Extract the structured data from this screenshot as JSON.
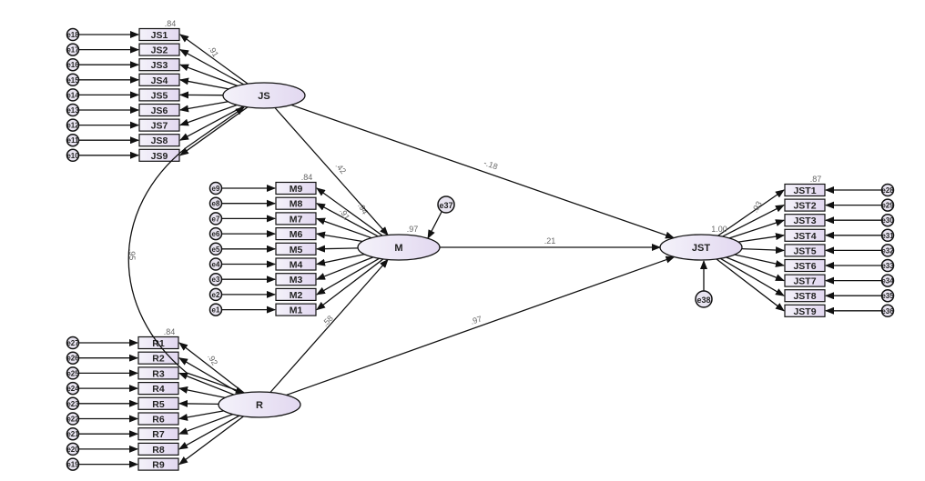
{
  "latent": {
    "JS": {
      "label": "JS"
    },
    "M": {
      "label": "M",
      "r2": ".97"
    },
    "R": {
      "label": "R"
    },
    "JST": {
      "label": "JST",
      "r2": "1.00"
    }
  },
  "indicators": {
    "JS": {
      "items": [
        "JS1",
        "JS2",
        "JS3",
        "JS4",
        "JS5",
        "JS6",
        "JS7",
        "JS8",
        "JS9"
      ],
      "errors": [
        "e18",
        "e17",
        "e16",
        "e15",
        "e14",
        "e13",
        "e12",
        "e11",
        "e10"
      ],
      "first_r2": ".84",
      "first_loading": ".91"
    },
    "M": {
      "items": [
        "M9",
        "M8",
        "M7",
        "M6",
        "M5",
        "M4",
        "M3",
        "M2",
        "M1"
      ],
      "errors": [
        "e9",
        "e8",
        "e7",
        "e6",
        "e5",
        "e4",
        "e3",
        "e2",
        "e1"
      ],
      "first_r2": ".84",
      "first_loading": ".91",
      "second_loading": ".94"
    },
    "R": {
      "items": [
        "R1",
        "R2",
        "R3",
        "R4",
        "R5",
        "R6",
        "R7",
        "R8",
        "R9"
      ],
      "errors": [
        "e27",
        "e26",
        "e25",
        "e24",
        "e23",
        "e22",
        "e21",
        "e20",
        "e19"
      ],
      "first_r2": ".84",
      "first_loading": ".92"
    },
    "JST": {
      "items": [
        "JST1",
        "JST2",
        "JST3",
        "JST4",
        "JST5",
        "JST6",
        "JST7",
        "JST8",
        "JST9"
      ],
      "errors": [
        "e28",
        "e29",
        "e30",
        "e31",
        "e32",
        "e33",
        "e34",
        "e35",
        "e36"
      ],
      "first_r2": ".87",
      "first_loading": ".93"
    }
  },
  "structural_errors": {
    "M": "e37",
    "JST": "e38"
  },
  "paths": {
    "JS_M": ".42",
    "JS_JST": "-.18",
    "M_JST": ".21",
    "R_M": ".58",
    "R_JST": ".97",
    "JS_R_cov": ".95"
  }
}
